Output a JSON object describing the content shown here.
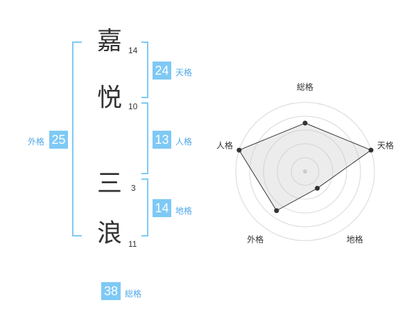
{
  "name": {
    "characters": [
      {
        "char": "嘉",
        "strokes": "14"
      },
      {
        "char": "悦",
        "strokes": "10"
      },
      {
        "char": "三",
        "strokes": "3"
      },
      {
        "char": "浪",
        "strokes": "11"
      }
    ]
  },
  "fortune": {
    "tenkaku": {
      "value": "24",
      "label": "天格"
    },
    "jinkaku": {
      "value": "13",
      "label": "人格"
    },
    "chikaku": {
      "value": "14",
      "label": "地格"
    },
    "gaikaku": {
      "value": "25",
      "label": "外格"
    },
    "soukaku": {
      "value": "38",
      "label": "総格"
    }
  },
  "colors": {
    "accent": "#7ec9f5",
    "accent_text": "#4fa8e8"
  },
  "chart_data": {
    "type": "radar",
    "axes": [
      "総格",
      "天格",
      "地格",
      "外格",
      "人格"
    ],
    "values": [
      3.5,
      5,
      1.5,
      3.5,
      5
    ],
    "max": 5,
    "rings": 5
  }
}
